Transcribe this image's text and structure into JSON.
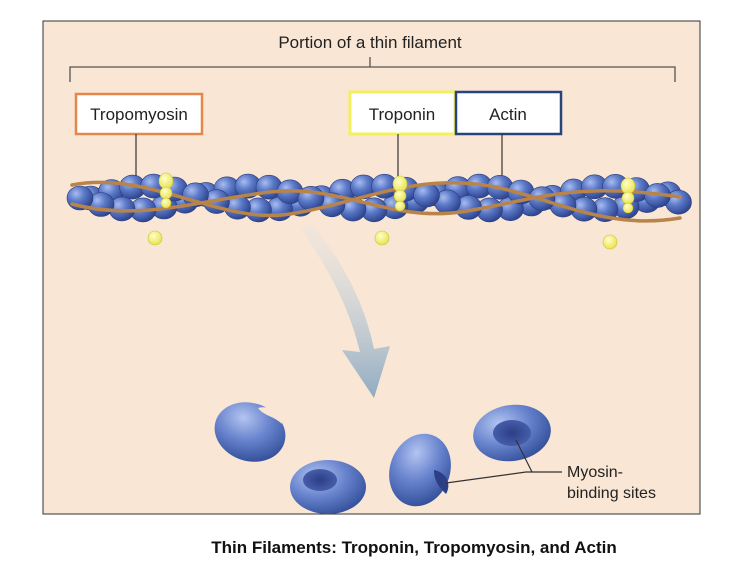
{
  "diagram": {
    "header_label": "Portion of a thin filament",
    "labels": {
      "tropomyosin": "Tropomyosin",
      "troponin": "Troponin",
      "actin": "Actin"
    },
    "side_label": {
      "line1": "Myosin-",
      "line2": "binding sites"
    },
    "caption": "Thin Filaments: Troponin, Tropomyosin, and Actin"
  },
  "colors": {
    "panel_bg": "#f9e6d4",
    "tropomyosin_box": "#e3884a",
    "troponin_box": "#f3f05a",
    "actin_box": "#27457a",
    "actin_bead": "#5a78c4",
    "tropomyosin_strand": "#b8844a",
    "troponin_blob": "#f2ee7c"
  }
}
